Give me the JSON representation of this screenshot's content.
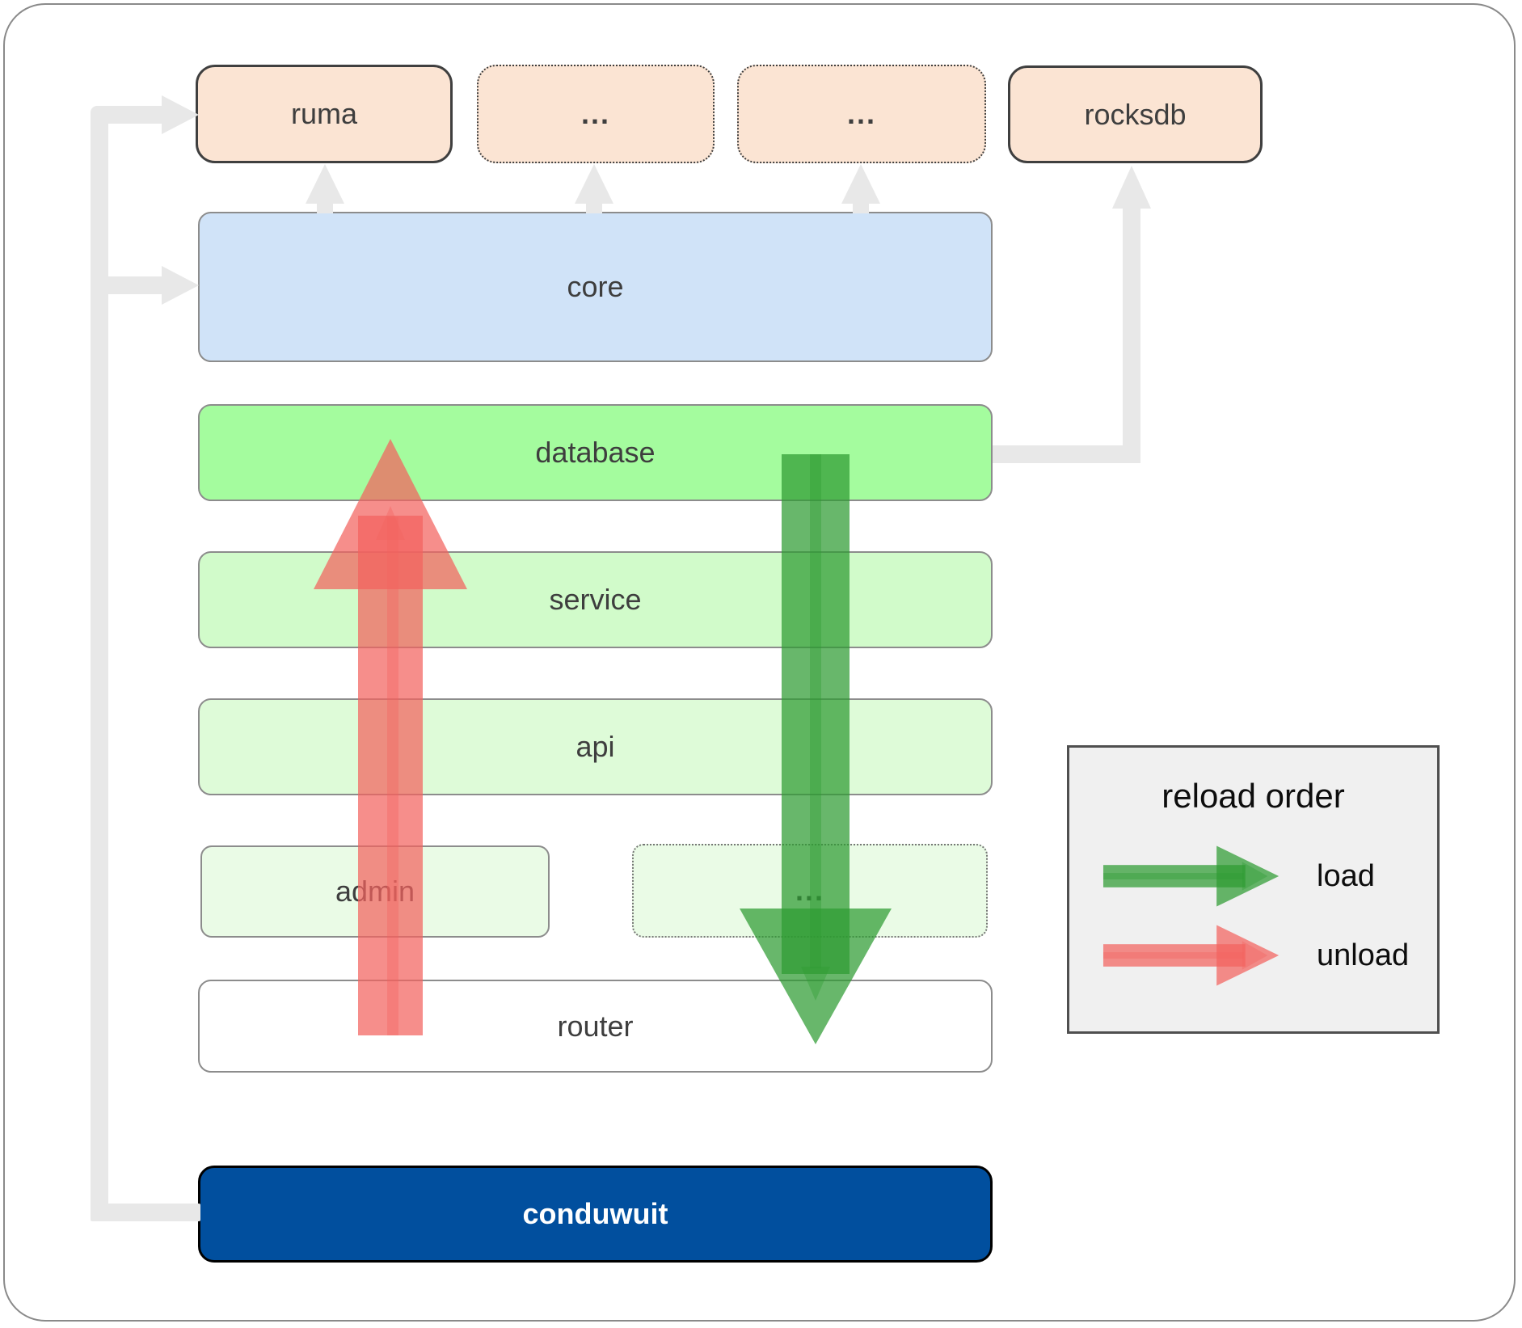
{
  "boxes": {
    "ruma": "ruma",
    "ellipsis1": "...",
    "ellipsis2": "...",
    "rocksdb": "rocksdb",
    "core": "core",
    "database": "database",
    "service": "service",
    "api": "api",
    "admin": "admin",
    "ellipsis3": "...",
    "router": "router",
    "conduwuit": "conduwuit"
  },
  "legend": {
    "title": "reload order",
    "load_label": "load",
    "unload_label": "unload"
  },
  "icons": {
    "load_arrow": "green-block-arrow-right",
    "unload_arrow": "red-block-arrow-right"
  },
  "colors": {
    "peach": "#fbe4d3",
    "core_blue": "#d0e3f8",
    "database_green": "#a4fc9e",
    "service_green": "#d1fbca",
    "api_green": "#defbd8",
    "admin_green": "#eafbe6",
    "router_white": "#ffffff",
    "conduwuit_blue": "#014f9e",
    "load_green": "#2e9b32",
    "unload_red": "#f2625e",
    "connector_gray": "#e8e8e8",
    "legend_bg": "#f0f0f0"
  }
}
